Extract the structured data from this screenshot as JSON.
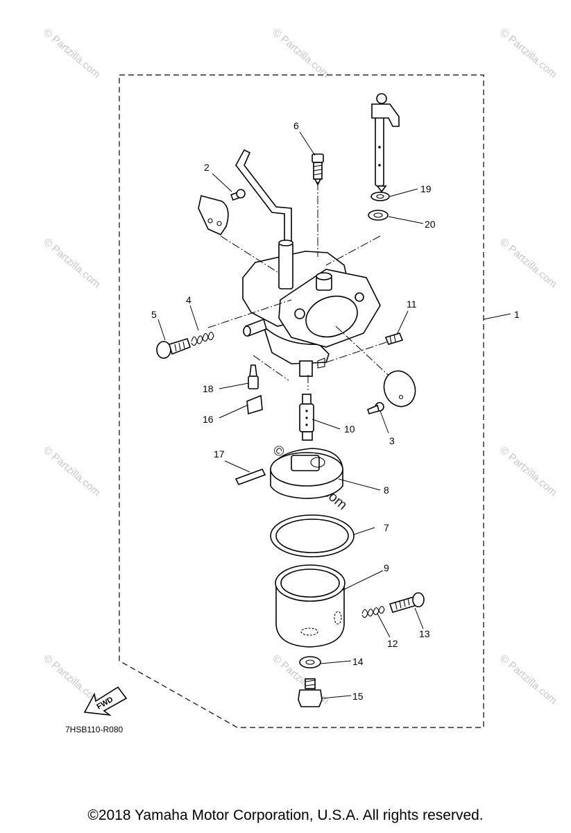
{
  "callouts": {
    "c1": "1",
    "c2": "2",
    "c3": "3",
    "c4": "4",
    "c5": "5",
    "c6": "6",
    "c7": "7",
    "c8": "8",
    "c9": "9",
    "c10": "10",
    "c11": "11",
    "c12": "12",
    "c13": "13",
    "c14": "14",
    "c15": "15",
    "c16": "16",
    "c17": "17",
    "c18": "18",
    "c19": "19",
    "c20": "20"
  },
  "diagram_code": "7HSB110-R080",
  "fwd_label": "FWD",
  "watermark": "© Partzilla.com",
  "watermark_center": "© partzilla.com",
  "copyright": "©2018  Yamaha Motor Corporation, U.S.A. All rights reserved."
}
